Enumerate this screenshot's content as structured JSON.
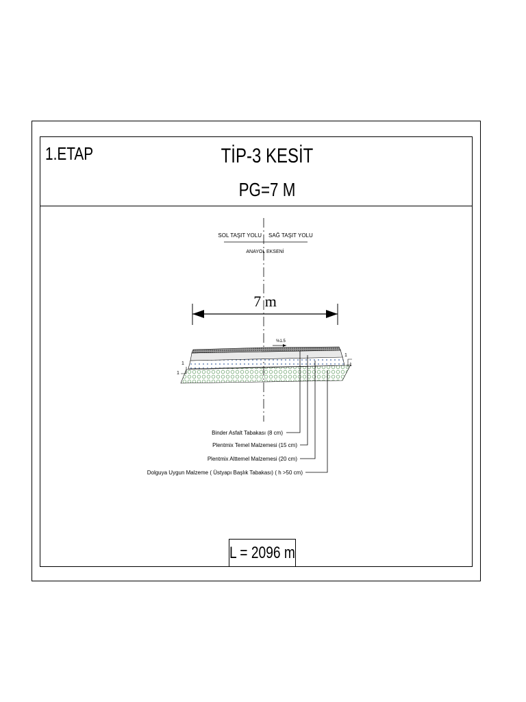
{
  "header": {
    "stage": "1.ETAP",
    "title": "TİP-3 KESİT",
    "subtitle": "PG=7 M"
  },
  "section": {
    "left_lane": "SOL TAŞIT YOLU",
    "right_lane": "SAĞ TAŞIT YOLU",
    "axis_label": "ANAYOL EKSENİ",
    "width_label": "7 m",
    "slope_label": "%1.5",
    "side_slope_left_v": "1",
    "side_slope_left_h": "1",
    "side_slope_right_v": "1",
    "side_slope_right_h": "1"
  },
  "layers": [
    {
      "label": "Binder Asfalt Tabakası (8 cm)"
    },
    {
      "label": "Plentmix Temel Malzemesi (15 cm)"
    },
    {
      "label": "Plentmix Alttemel Malzemesi (20 cm)"
    },
    {
      "label": "Dolguya Uygun Malzeme ( Üstyapı Başlık Tabakası) ( h >50 cm)"
    }
  ],
  "footer": {
    "length": "L = 2096 m"
  },
  "colors": {
    "line": "#000000",
    "base_fill": "#cfe0f5",
    "fill_material": "#cfe8cf",
    "asphalt": "#555555"
  }
}
